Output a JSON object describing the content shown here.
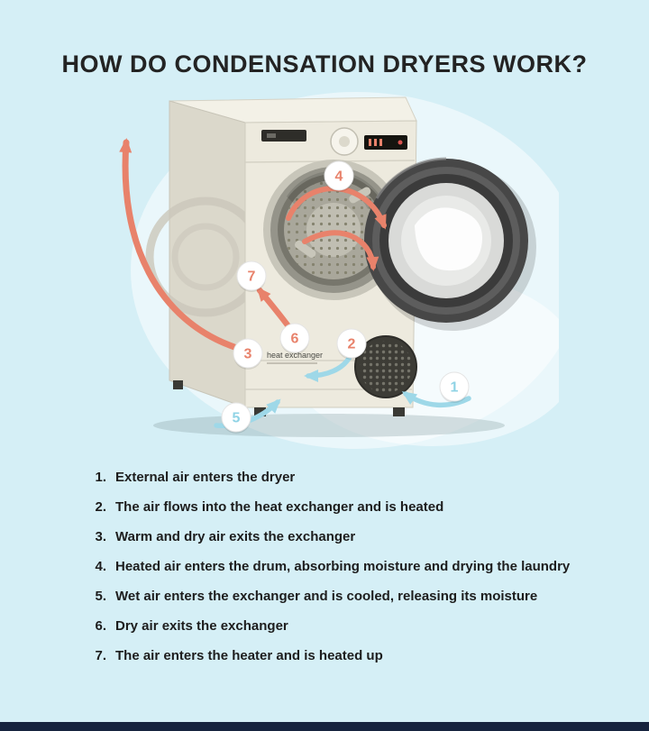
{
  "page": {
    "title": "HOW DO CONDENSATION DRYERS WORK?"
  },
  "colors": {
    "background": "#d5eff6",
    "orange_accent": "#e8826b",
    "blue_accent": "#8fd3e5",
    "footer_bar": "#16233e"
  },
  "diagram": {
    "machine_label": "heat exchanger",
    "badges": [
      {
        "number": "1",
        "color": "#8fd3e5"
      },
      {
        "number": "2",
        "color": "#e8826b"
      },
      {
        "number": "3",
        "color": "#e8826b"
      },
      {
        "number": "4",
        "color": "#e8826b"
      },
      {
        "number": "5",
        "color": "#8fd3e5"
      },
      {
        "number": "6",
        "color": "#e8826b"
      },
      {
        "number": "7",
        "color": "#e8826b"
      }
    ]
  },
  "steps": [
    {
      "num": "1.",
      "text": "External air enters the dryer"
    },
    {
      "num": "2.",
      "text": "The air flows into the heat exchanger and is heated"
    },
    {
      "num": "3.",
      "text": "Warm and dry air exits the exchanger"
    },
    {
      "num": "4.",
      "text": "Heated air enters the drum, absorbing moisture and drying the laundry"
    },
    {
      "num": "5.",
      "text": "Wet air enters the exchanger and is cooled, releasing its moisture"
    },
    {
      "num": "6.",
      "text": "Dry air exits the exchanger"
    },
    {
      "num": "7.",
      "text": "The air enters the heater and is heated up"
    }
  ]
}
